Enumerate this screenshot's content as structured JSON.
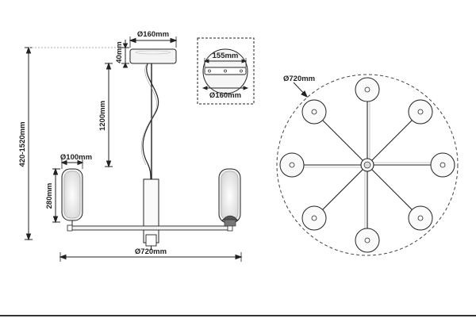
{
  "labels": {
    "canopy_diameter": "Ø160mm",
    "canopy_height": "40mm",
    "cable_length": "1200mm",
    "total_height": "420-1520mm",
    "shade_diameter": "Ø100mm",
    "shade_height": "280mm",
    "span_width": "Ø720mm",
    "bracket_width": "155mm",
    "bracket_diameter": "Ø160mm",
    "top_view_diameter": "Ø720mm"
  }
}
